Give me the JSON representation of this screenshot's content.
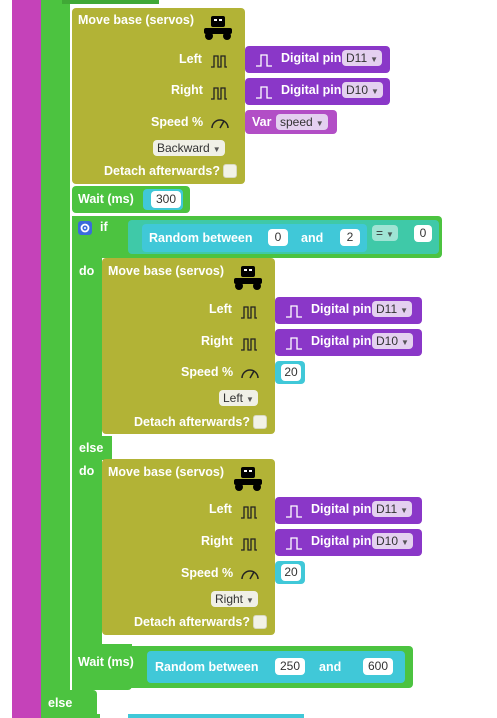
{
  "blocks": {
    "move1": {
      "title": "Move base (servos)",
      "left": "Left",
      "right": "Right",
      "speed": "Speed %",
      "pin_left_label": "Digital pin",
      "pin_left": "D11",
      "pin_right_label": "Digital pin",
      "pin_right": "D10",
      "speed_var_label": "Var",
      "speed_var": "speed",
      "direction": "Backward",
      "detach": "Detach afterwards?"
    },
    "wait1": {
      "label": "Wait (ms)",
      "value": "300"
    },
    "if": {
      "if_label": "if",
      "random_label": "Random between",
      "random_min": "0",
      "and_label": "and",
      "random_max": "2",
      "op": "=",
      "compare": "0",
      "do_label": "do",
      "else_label": "else"
    },
    "move2": {
      "title": "Move base (servos)",
      "left": "Left",
      "right": "Right",
      "speed": "Speed %",
      "pin_left_label": "Digital pin",
      "pin_left": "D11",
      "pin_right_label": "Digital pin",
      "pin_right": "D10",
      "speed_value": "20",
      "direction": "Left",
      "detach": "Detach afterwards?"
    },
    "else_do_label": "do",
    "move3": {
      "title": "Move base (servos)",
      "left": "Left",
      "right": "Right",
      "speed": "Speed %",
      "pin_left_label": "Digital pin",
      "pin_left": "D11",
      "pin_right_label": "Digital pin",
      "pin_right": "D10",
      "speed_value": "20",
      "direction": "Right",
      "detach": "Detach afterwards?"
    },
    "wait2": {
      "label": "Wait (ms)",
      "random_label": "Random between",
      "min": "250",
      "and_label": "and",
      "max": "600"
    },
    "outer_else": "else"
  },
  "colors": {
    "mauve": "#c542b9",
    "green": "#4cc340",
    "olive": "#b2b336",
    "purple": "#8a37c8",
    "cyan": "#40c8d8",
    "teal": "#3fc9a8"
  },
  "icons": [
    "robot-car-icon",
    "pulse-icon",
    "speedometer-icon",
    "gear-icon",
    "dropdown-arrow-icon"
  ]
}
